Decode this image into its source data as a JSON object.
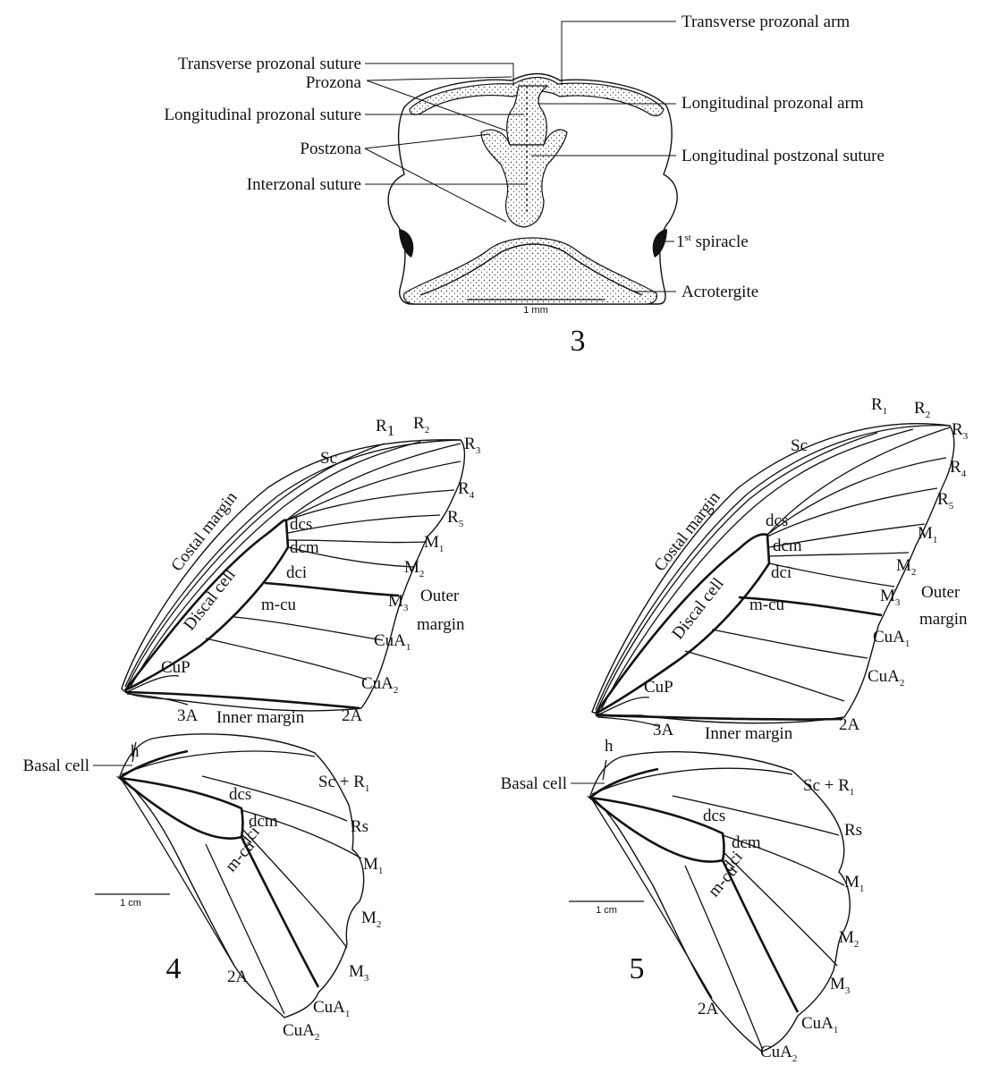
{
  "fig3": {
    "number": "3",
    "scale": "1 mm",
    "labels": {
      "transverse_prozonal_arm": "Transverse prozonal arm",
      "transverse_prozonal_suture": "Transverse prozonal suture",
      "prozona": "Prozona",
      "longitudinal_prozonal_arm": "Longitudinal prozonal arm",
      "longitudinal_prozonal_suture": "Longitudinal prozonal suture",
      "postzona": "Postzona",
      "longitudinal_postzonal_suture": "Longitudinal postzonal suture",
      "interzonal_suture": "Interzonal suture",
      "spiracle": "1",
      "spiracle_sup": "st",
      "spiracle_rest": " spiracle",
      "acrotergite": "Acrotergite"
    }
  },
  "fig4": {
    "number": "4",
    "scale": "1 cm",
    "forewing": {
      "costal_margin": "Costal margin",
      "discal_cell": "Discal cell",
      "outer_margin_1": "Outer",
      "outer_margin_2": "margin",
      "inner_margin": "Inner margin",
      "Sc": "Sc",
      "R": "R",
      "R1": "1",
      "R2": "2",
      "R3": "3",
      "R4": "4",
      "R5": "5",
      "dcs": "dcs",
      "dcm": "dcm",
      "dci": "dci",
      "mcu": "m-cu",
      "M": "M",
      "M1": "1",
      "M2": "2",
      "M3": "3",
      "CuA": "CuA",
      "CuA1": "1",
      "CuA2": "2",
      "CuP": "CuP",
      "A3": "3A",
      "A2": "2A"
    },
    "hindwing": {
      "h": "h",
      "basal_cell": "Basal cell",
      "ScR": "Sc + R",
      "ScR_sub": "1",
      "Rs": "Rs",
      "dcs": "dcs",
      "dcm": "dcm",
      "dci": "dci",
      "mcu": "m-cu",
      "M": "M",
      "M1": "1",
      "M2": "2",
      "M3": "3",
      "CuA": "CuA",
      "CuA1": "1",
      "CuA2": "2",
      "A2": "2A"
    }
  },
  "fig5": {
    "number": "5",
    "scale": "1 cm",
    "forewing": {
      "costal_margin": "Costal margin",
      "discal_cell": "Discal cell",
      "outer_margin_1": "Outer",
      "outer_margin_2": "margin",
      "inner_margin": "Inner margin",
      "Sc": "Sc",
      "R": "R",
      "R1": "1",
      "R2": "2",
      "R3": "3",
      "R4": "4",
      "R5": "5",
      "dcs": "dcs",
      "dcm": "dcm",
      "dci": "dci",
      "mcu": "m-cu",
      "M": "M",
      "M1": "1",
      "M2": "2",
      "M3": "3",
      "CuA": "CuA",
      "CuA1": "1",
      "CuA2": "2",
      "CuP": "CuP",
      "A3": "3A",
      "A2": "2A"
    },
    "hindwing": {
      "h": "h",
      "basal_cell": "Basal cell",
      "ScR": "Sc + R",
      "ScR_sub": "1",
      "Rs": "Rs",
      "dcs": "dcs",
      "dcm": "dcm",
      "dci": "dci",
      "mcu": "m-cu",
      "M": "M",
      "M1": "1",
      "M2": "2",
      "M3": "3",
      "CuA": "CuA",
      "CuA1": "1",
      "CuA2": "2",
      "A2": "2A"
    }
  }
}
